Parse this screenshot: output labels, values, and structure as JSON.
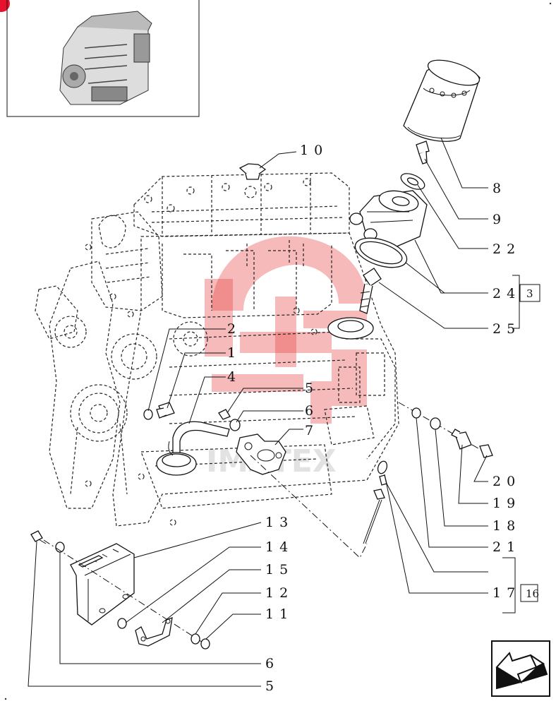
{
  "watermark_text": "IMATEX",
  "callouts": {
    "c10": "10",
    "c8": "8",
    "c9": "9",
    "c22": "22",
    "c24": "24",
    "c3": "3",
    "c25": "25",
    "c2": "2",
    "c1": "1",
    "c4": "4",
    "c5a": "5",
    "c6a": "6",
    "c7": "7",
    "c20": "20",
    "c19": "19",
    "c18": "18",
    "c21": "21",
    "c13": "13",
    "c14": "14",
    "c15": "15",
    "c12": "12",
    "c11": "11",
    "c17": "17",
    "c16": "16",
    "c6b": "6",
    "c5b": "5"
  },
  "icons": {
    "thumbnail": "engine-thumbnail-icon",
    "nav": "next-page-arrow-icon"
  },
  "colors": {
    "watermark": "#e63a3a",
    "badge": "#e8112d"
  }
}
